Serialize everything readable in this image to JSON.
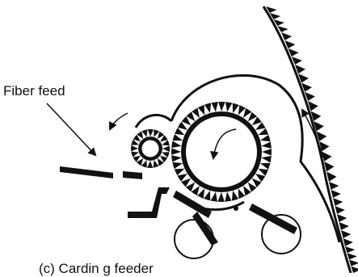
{
  "diagram": {
    "labels": {
      "fiber_feed": "Fiber feed",
      "caption": "(c) Cardin g feeder"
    },
    "colors": {
      "ink": "#111111",
      "background": "#ffffff"
    },
    "components": [
      "feed-roller",
      "licker-in-cylinder",
      "main-cylinder",
      "feed-plate",
      "mote-knife",
      "stripper-roller",
      "waste-roller"
    ]
  }
}
